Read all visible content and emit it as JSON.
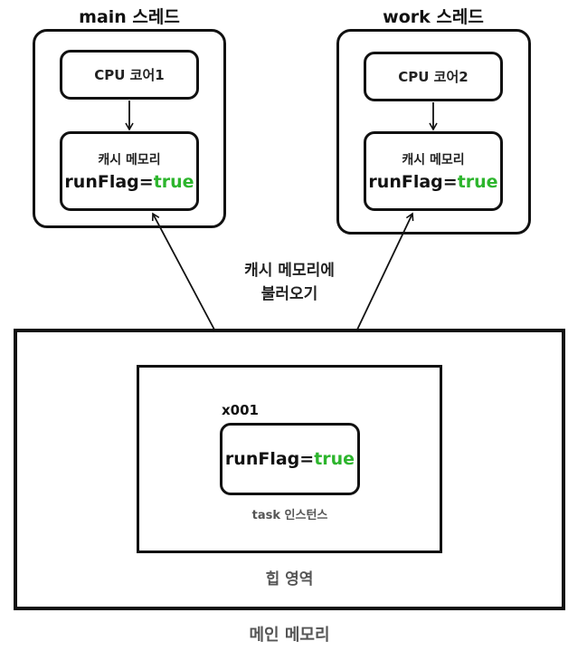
{
  "colors": {
    "stroke": "#111111",
    "value_green": "#2db52d",
    "label_gray": "#555555"
  },
  "threads": [
    {
      "title": "main 스레드",
      "cpu": "CPU 코어1",
      "cache_title": "캐시 메모리",
      "flag_name": "runFlag=",
      "flag_value": "true"
    },
    {
      "title": "work 스레드",
      "cpu": "CPU 코어2",
      "cache_title": "캐시 메모리",
      "flag_name": "runFlag=",
      "flag_value": "true"
    }
  ],
  "load_label": {
    "line1": "캐시 메모리에",
    "line2": "불러오기"
  },
  "main_memory": {
    "label": "메인 메모리",
    "heap": {
      "label": "힙 영역",
      "instance": {
        "address": "x001",
        "flag_name": "runFlag=",
        "flag_value": "true",
        "caption": "task 인스턴스"
      }
    }
  }
}
